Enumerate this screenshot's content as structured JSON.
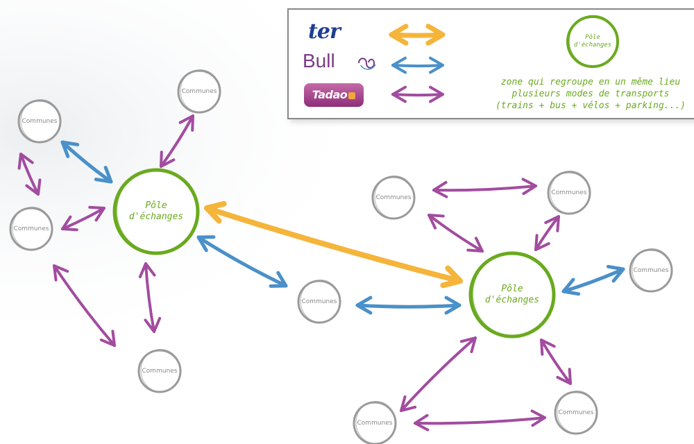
{
  "colors": {
    "ter": "#f5b43a",
    "bulles": "#4a90c9",
    "tadao": "#a24c9f",
    "pole": "#6aaa1f",
    "commune": "#9a9a9a"
  },
  "legend": {
    "brands": {
      "ter": "ter",
      "bulles": "Bull",
      "tadao": "Tadao"
    },
    "pole_label": "Pôle d'échanges",
    "description": [
      "zone qui regroupe en un même lieu",
      "plusieurs modes de transports",
      "(trains + bus + vélos + parking...)"
    ]
  },
  "nodes": {
    "commune_label": "Communes",
    "pole_label": "Pôle d'échanges"
  }
}
